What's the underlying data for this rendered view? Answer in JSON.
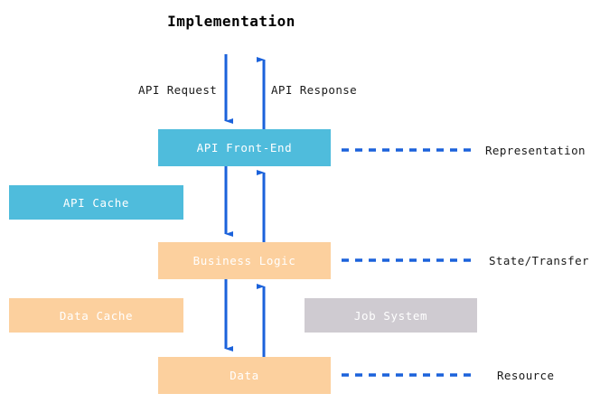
{
  "diagram": {
    "title": "Implementation",
    "accent_arrow_color": "#1b62db",
    "colors": {
      "cyan": "#4fbcdc",
      "orange": "#fcd09e",
      "gray": "#cfcbd1",
      "arrow": "#1b62db",
      "text_dark": "#1a1a1a",
      "box_text": "#ffffff",
      "background": "#ffffff"
    },
    "flow_labels": [
      {
        "id": "api-request",
        "text": "API Request"
      },
      {
        "id": "api-response",
        "text": "API Response"
      }
    ],
    "boxes": [
      {
        "id": "api-front-end",
        "label": "API Front-End",
        "color": "cyan"
      },
      {
        "id": "api-cache",
        "label": "API Cache",
        "color": "cyan"
      },
      {
        "id": "business-logic",
        "label": "Business Logic",
        "color": "orange"
      },
      {
        "id": "data-cache",
        "label": "Data Cache",
        "color": "orange"
      },
      {
        "id": "job-system",
        "label": "Job System",
        "color": "gray"
      },
      {
        "id": "data",
        "label": "Data",
        "color": "orange"
      }
    ],
    "side_labels": [
      {
        "id": "representation",
        "text": "Representation"
      },
      {
        "id": "state-transfer",
        "text": "State/Transfer"
      },
      {
        "id": "resource",
        "text": "Resource"
      }
    ],
    "arrows": [
      {
        "id": "request-into-front-end",
        "direction": "down"
      },
      {
        "id": "response-out-of-front-end",
        "direction": "up"
      },
      {
        "id": "front-end-to-business",
        "direction": "down"
      },
      {
        "id": "business-to-front-end",
        "direction": "up"
      },
      {
        "id": "business-to-data",
        "direction": "down"
      },
      {
        "id": "data-to-business",
        "direction": "up"
      }
    ]
  }
}
